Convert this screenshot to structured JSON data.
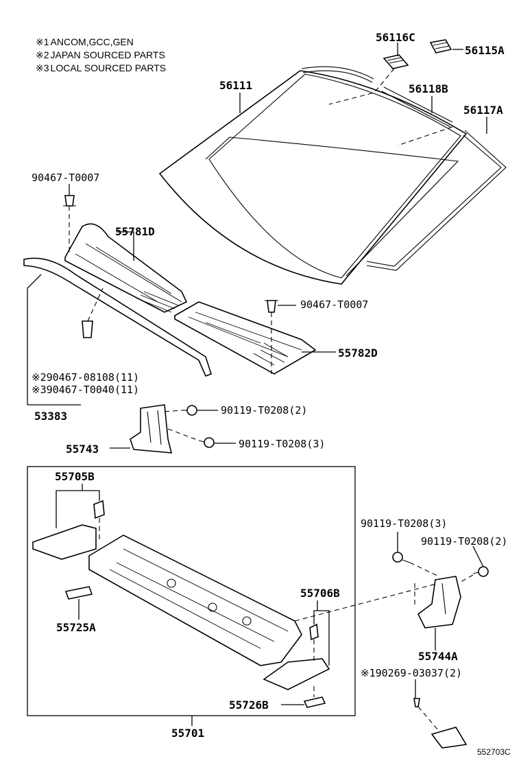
{
  "notes": [
    {
      "mark": "※1",
      "text": "ANCOM,GCC,GEN"
    },
    {
      "mark": "※2",
      "text": "JAPAN SOURCED PARTS"
    },
    {
      "mark": "※3",
      "text": "LOCAL SOURCED PARTS"
    }
  ],
  "parts": {
    "p56116C": "56116C",
    "p56115A": "56115A",
    "p56111": "56111",
    "p56118B": "56118B",
    "p56117A": "56117A",
    "p90467_T0007_a": "90467-T0007",
    "p55781D": "55781D",
    "p90467_T0007_b": "90467-T0007",
    "p55782D": "55782D",
    "p90467_08108": "90467-08108(11)",
    "p90467_T0040": "90467-T0040(11)",
    "p53383": "53383",
    "p90119_T0208_2a": "90119-T0208(2)",
    "p55743": "55743",
    "p90119_T0208_3a": "90119-T0208(3)",
    "p55705B": "55705B",
    "p90119_T0208_3b": "90119-T0208(3)",
    "p90119_T0208_2b": "90119-T0208(2)",
    "p55706B": "55706B",
    "p55725A": "55725A",
    "p55744A": "55744A",
    "p90269_03037": "90269-03037(2)",
    "p55726B": "55726B",
    "p55701": "55701"
  },
  "marks": {
    "m2": "※2",
    "m3": "※3",
    "m1": "※1"
  },
  "figure_id": "552703C"
}
